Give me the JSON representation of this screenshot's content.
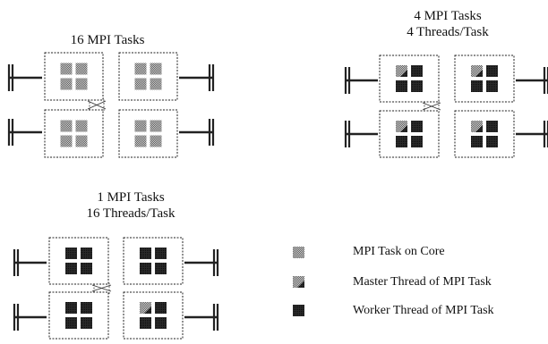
{
  "diagram": {
    "panels": [
      {
        "id": "panel-16-mpi-tasks",
        "title_lines": [
          "16 MPI Tasks"
        ],
        "core_style": "mpi"
      },
      {
        "id": "panel-4-mpi-tasks",
        "title_lines": [
          "4 MPI Tasks",
          "4 Threads/Task"
        ],
        "core_style": "per-socket-master"
      },
      {
        "id": "panel-1-mpi-task",
        "title_lines": [
          "1 MPI Tasks",
          "16 Threads/Task"
        ],
        "core_style": "single-master"
      }
    ],
    "legend": {
      "items": [
        {
          "id": "mpi-task",
          "label": "MPI Task on Core",
          "icon": "mpi-task-core-icon"
        },
        {
          "id": "master-thread",
          "label": "Master Thread of MPI Task",
          "icon": "master-thread-icon"
        },
        {
          "id": "worker-thread",
          "label": "Worker Thread of MPI Task",
          "icon": "worker-thread-icon"
        }
      ]
    },
    "colors": {
      "mpi_core": "#8f8f8f",
      "master_core": "#8f8f8f",
      "worker_core": "#1e1e1e",
      "outline": "#222222"
    }
  }
}
